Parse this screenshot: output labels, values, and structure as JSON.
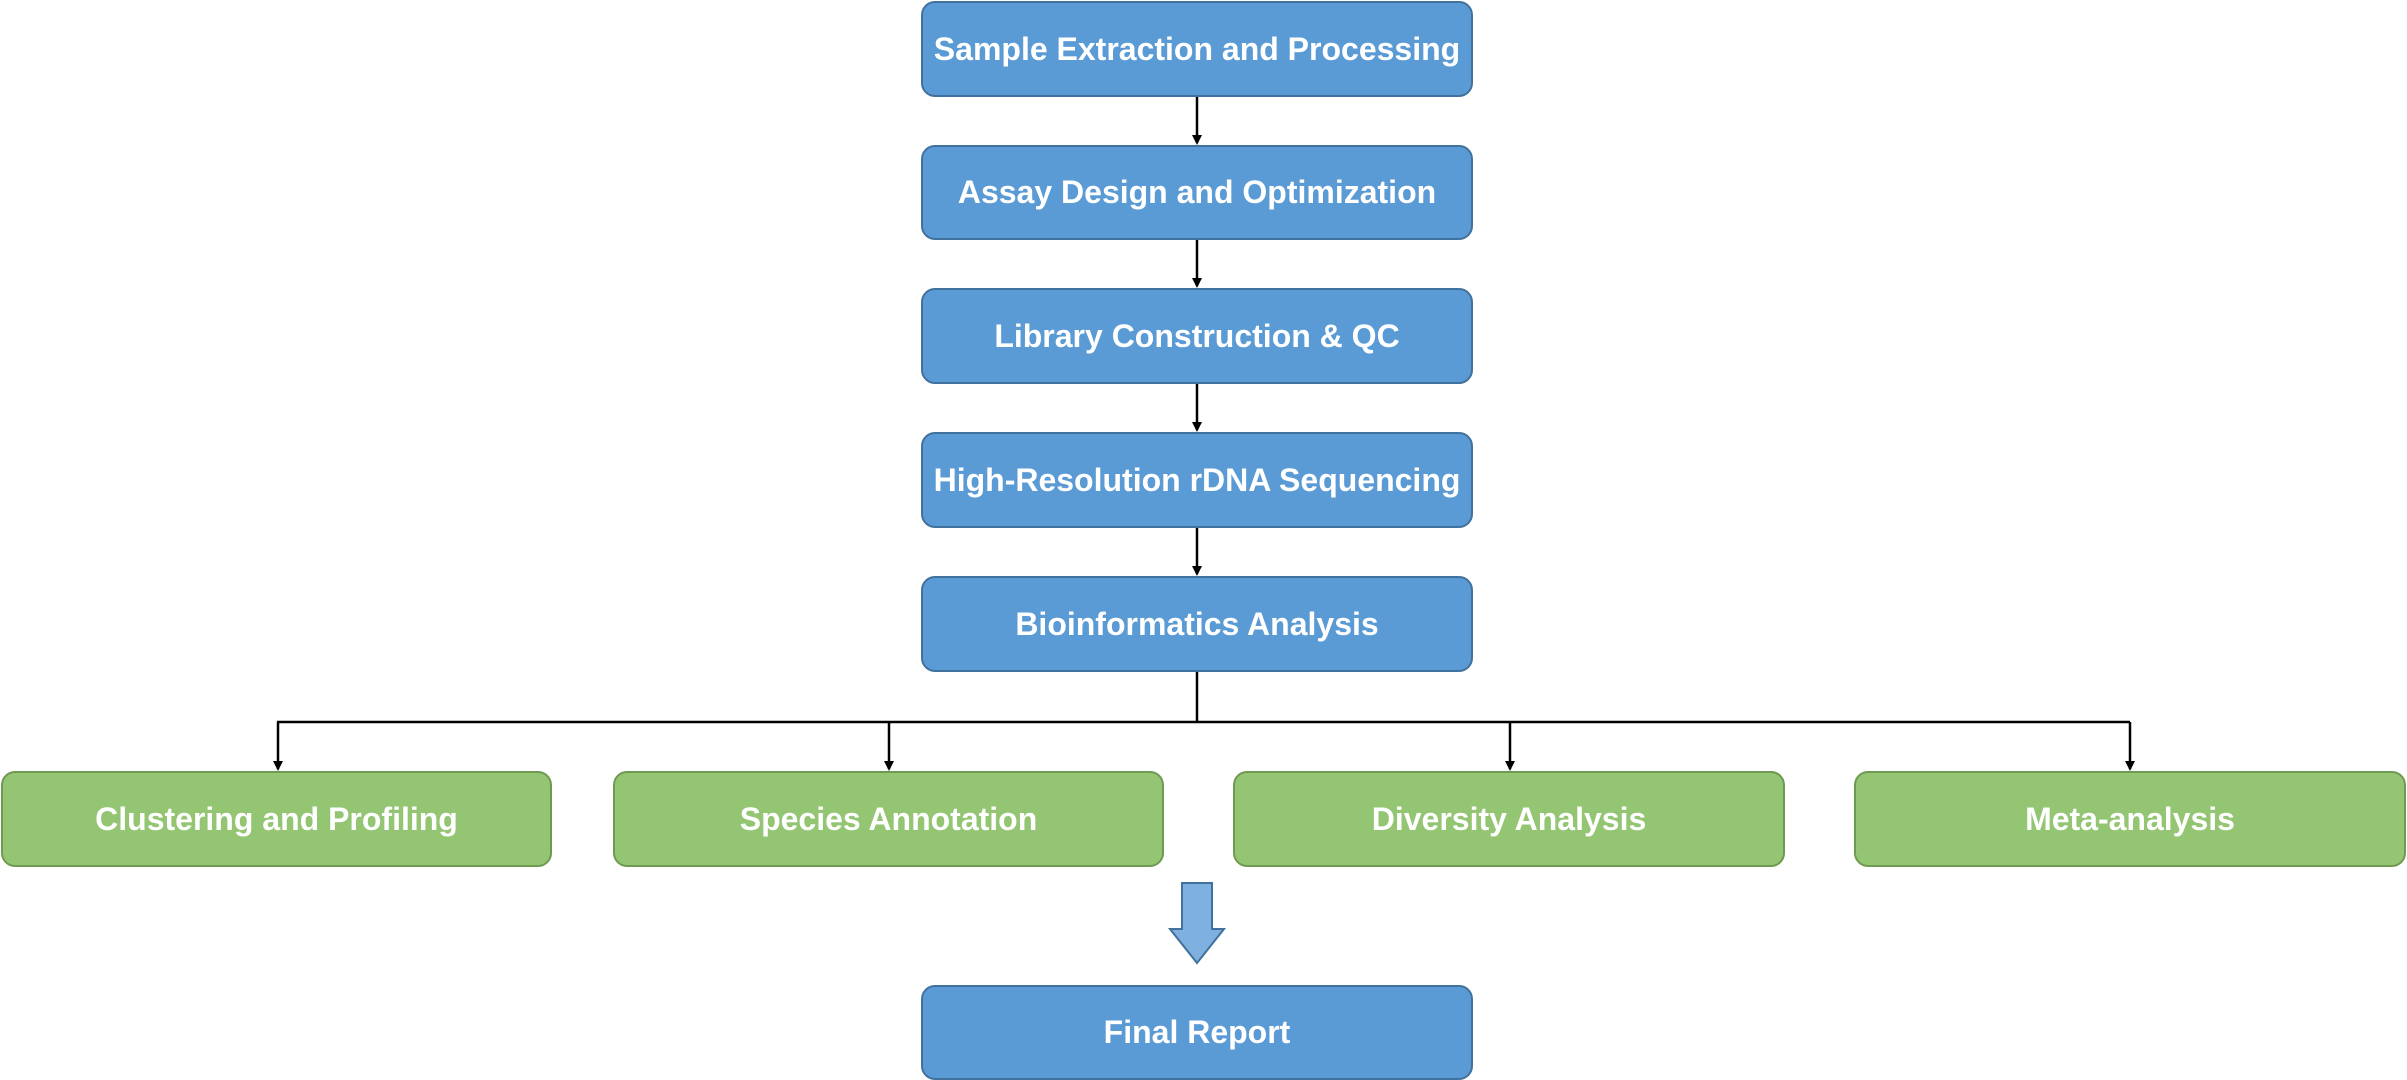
{
  "flowchart": {
    "main_steps": [
      "Sample Extraction and Processing",
      "Assay Design and Optimization",
      "Library Construction & QC",
      "High-Resolution rDNA Sequencing",
      "Bioinformatics Analysis"
    ],
    "analysis_branches": [
      "Clustering and Profiling",
      "Species Annotation",
      "Diversity Analysis",
      "Meta-analysis"
    ],
    "final_step": "Final Report"
  },
  "colors": {
    "main_box_fill": "#5b9bd5",
    "main_box_border": "#41719c",
    "branch_box_fill": "#93c572",
    "branch_box_border": "#6f9a52",
    "block_arrow_fill": "#7eb1e0",
    "connector": "#000000",
    "text": "#ffffff"
  }
}
